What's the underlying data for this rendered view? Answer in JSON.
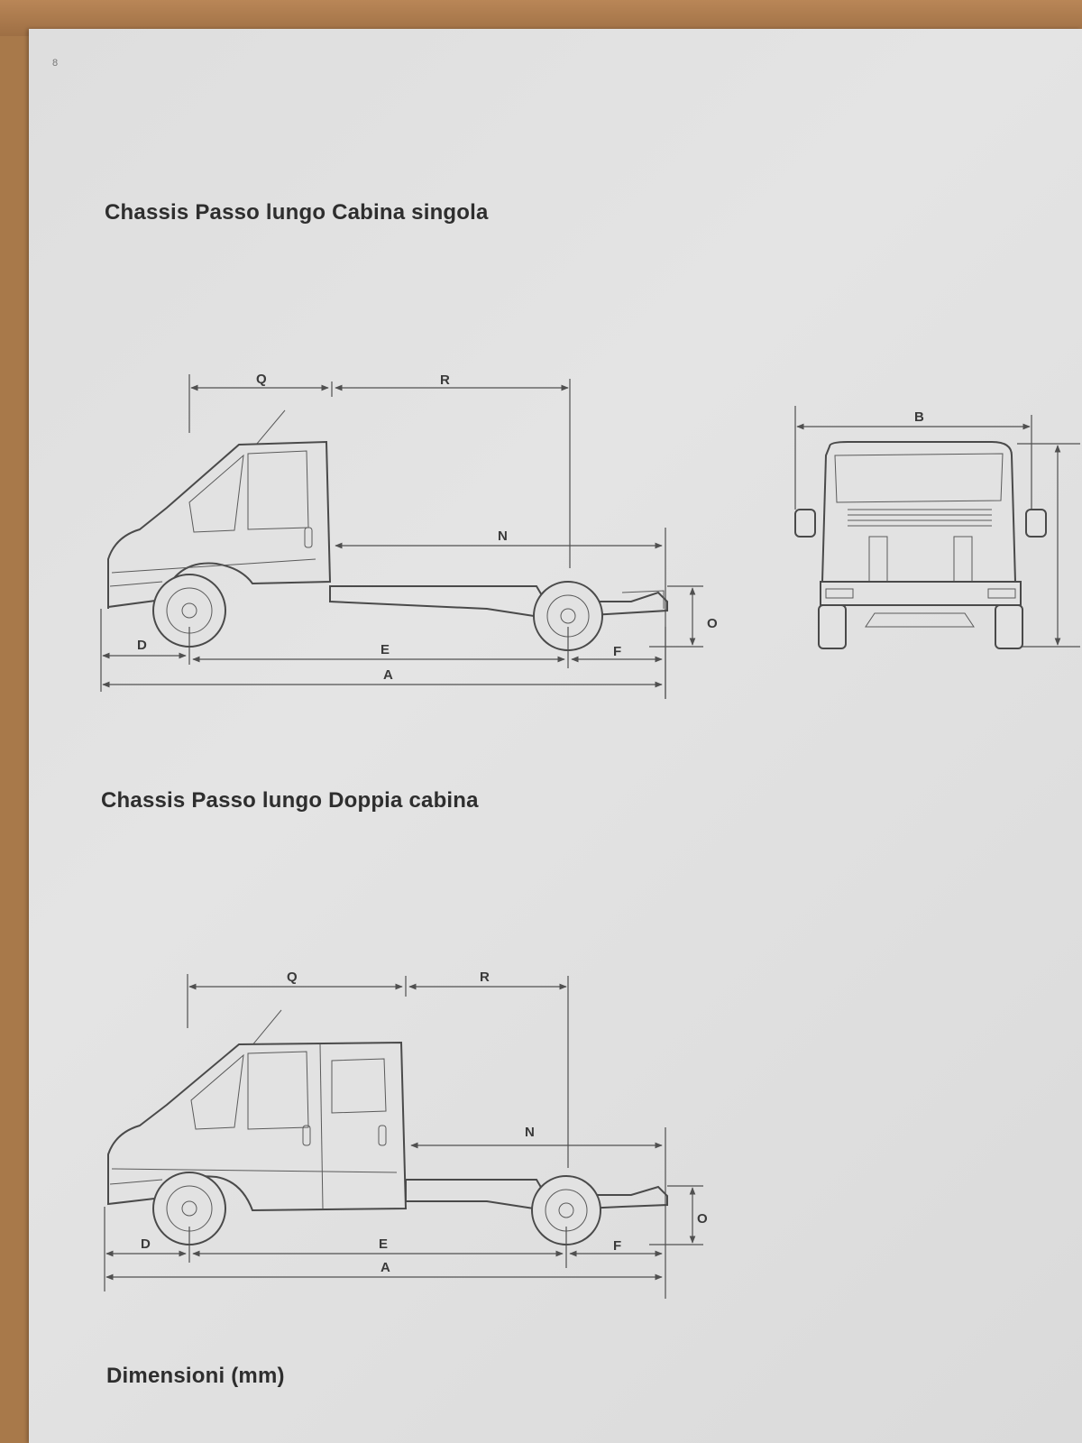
{
  "page_marker": "8",
  "sections": [
    {
      "title": "Chassis Passo lungo Cabina singola",
      "side_labels": {
        "q": "Q",
        "r": "R",
        "n": "N",
        "o": "O",
        "d": "D",
        "e": "E",
        "f": "F",
        "a": "A"
      },
      "front_labels": {
        "b": "B"
      }
    },
    {
      "title": "Chassis Passo lungo Doppia cabina",
      "side_labels": {
        "q": "Q",
        "r": "R",
        "n": "N",
        "o": "O",
        "d": "D",
        "e": "E",
        "f": "F",
        "a": "A"
      }
    }
  ],
  "footer_heading": "Dimensioni (mm)"
}
